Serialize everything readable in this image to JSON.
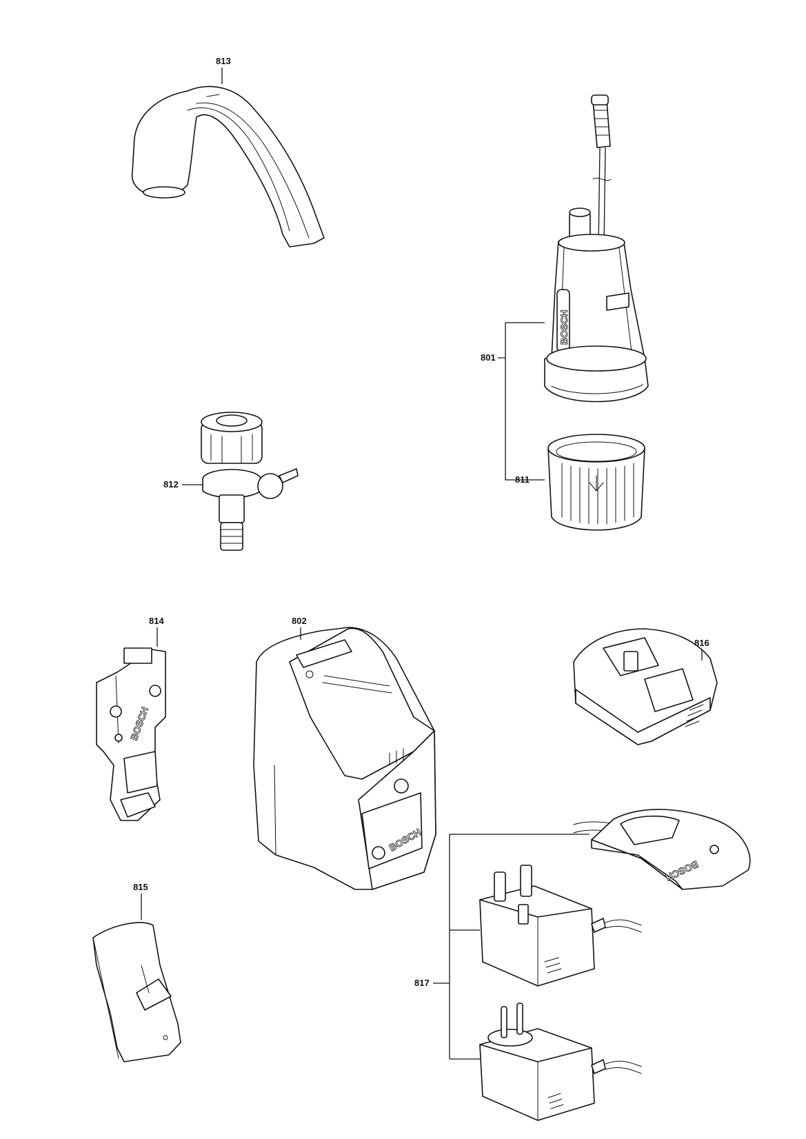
{
  "parts": [
    {
      "id": "part-813",
      "number": "813"
    },
    {
      "id": "part-801",
      "number": "801"
    },
    {
      "id": "part-811",
      "number": "811"
    },
    {
      "id": "part-812",
      "number": "812"
    },
    {
      "id": "part-814",
      "number": "814"
    },
    {
      "id": "part-802",
      "number": "802"
    },
    {
      "id": "part-816",
      "number": "816"
    },
    {
      "id": "part-815",
      "number": "815"
    },
    {
      "id": "part-817",
      "number": "817"
    }
  ],
  "brand_logo_text": "BOSCH"
}
